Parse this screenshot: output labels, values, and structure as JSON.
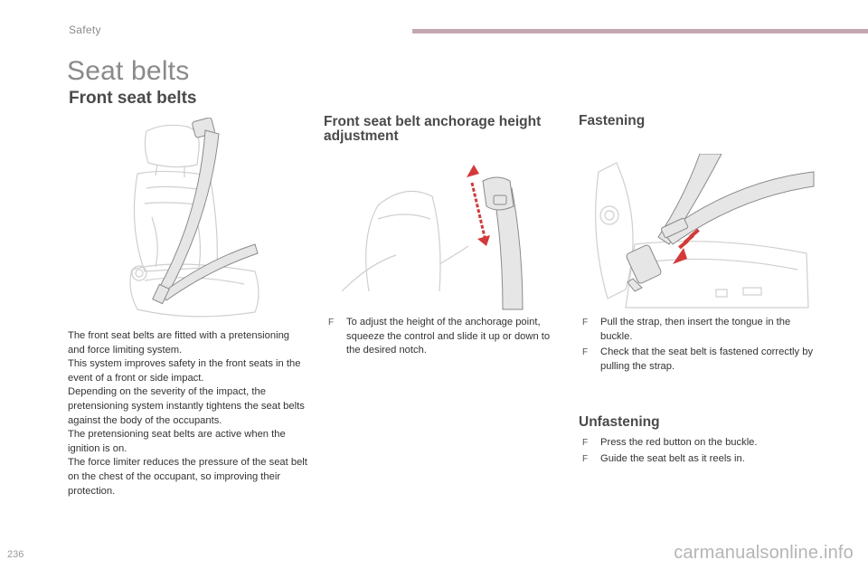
{
  "header": {
    "section": "Safety",
    "accent_color": "#c4a8b0"
  },
  "title": "Seat belts",
  "front_seat_belts": {
    "heading": "Front seat belts",
    "paragraphs": [
      "The front seat belts are fitted with a pretensioning and force limiting system.",
      "This system improves safety in the front seats in the event of a front or side impact.",
      "Depending on the severity of the impact, the pretensioning system instantly tightens the seat belts against the body of the occupants.",
      "The pretensioning seat belts are active when the ignition is on.",
      "The force limiter reduces the pressure of the seat belt on the chest of the occupant, so improving their protection."
    ]
  },
  "anchorage": {
    "heading": "Front seat belt anchorage height adjustment",
    "bullets": [
      "To adjust the height of the anchorage point, squeeze the control and slide it up or down to the desired notch."
    ]
  },
  "fastening": {
    "heading": "Fastening",
    "bullets": [
      "Pull the strap, then insert the tongue in the buckle.",
      "Check that the seat belt is fastened correctly by pulling the strap."
    ]
  },
  "unfastening": {
    "heading": "Unfastening",
    "bullets": [
      "Press the red button on the buckle.",
      "Guide the seat belt as it reels in."
    ]
  },
  "bullet_marker": "F",
  "page_number": "236",
  "watermark": "carmanualsonline.info",
  "colors": {
    "arrow_red": "#d23a3a",
    "line_grey": "#c8c8c8"
  },
  "icons": [
    "seat-belt-illustration",
    "anchorage-adjust-illustration",
    "buckle-illustration"
  ]
}
